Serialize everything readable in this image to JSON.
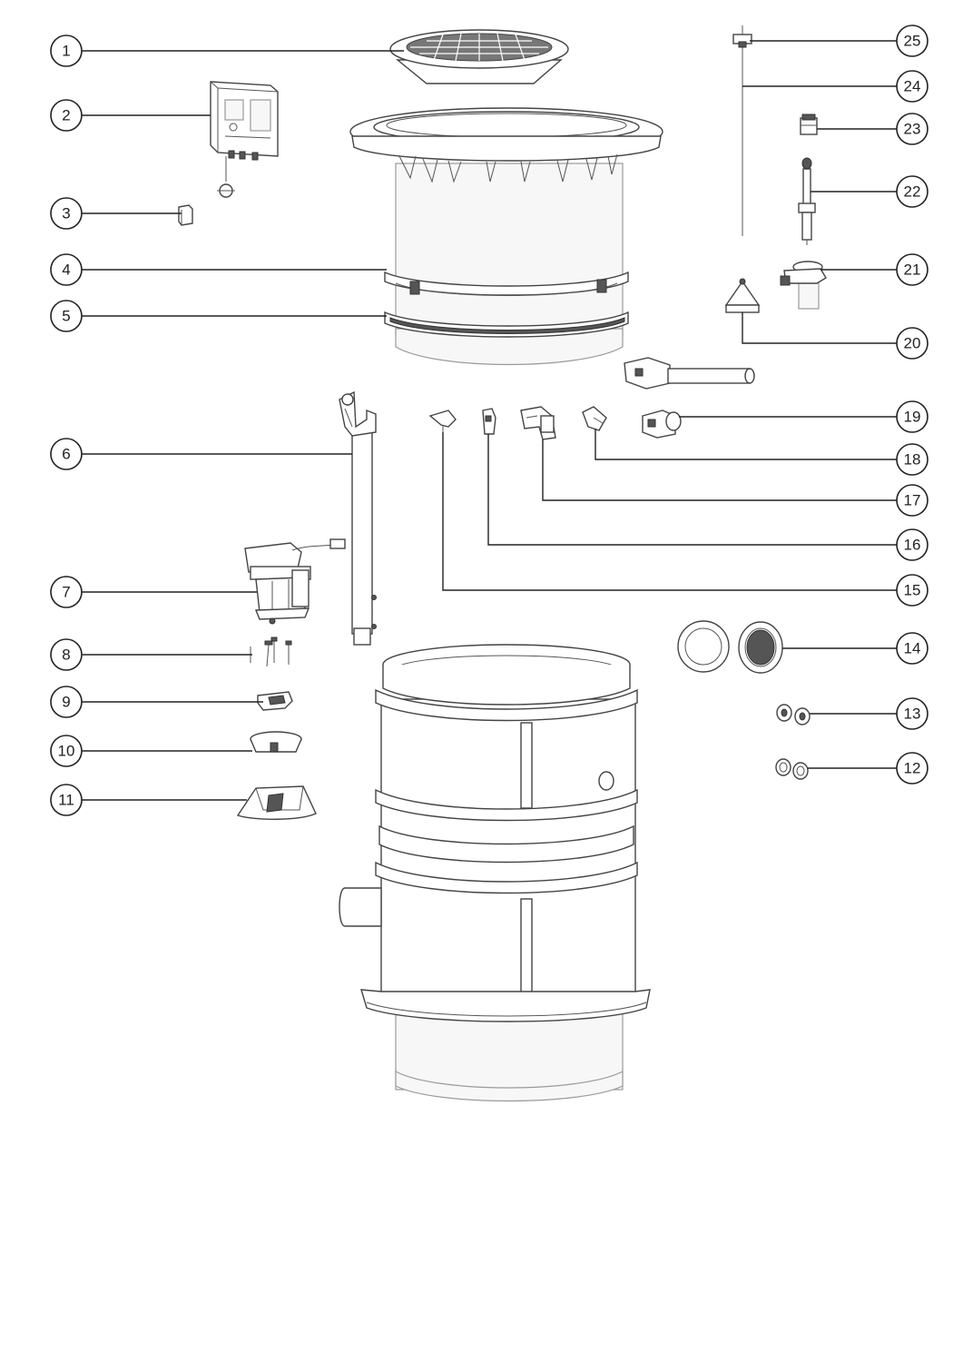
{
  "diagram": {
    "callouts": [
      {
        "label": "1"
      },
      {
        "label": "2"
      },
      {
        "label": "3"
      },
      {
        "label": "4"
      },
      {
        "label": "5"
      },
      {
        "label": "6"
      },
      {
        "label": "7"
      },
      {
        "label": "8"
      },
      {
        "label": "9"
      },
      {
        "label": "10"
      },
      {
        "label": "11"
      },
      {
        "label": "12"
      },
      {
        "label": "13"
      },
      {
        "label": "14"
      },
      {
        "label": "15"
      },
      {
        "label": "16"
      },
      {
        "label": "17"
      },
      {
        "label": "18"
      },
      {
        "label": "19"
      },
      {
        "label": "20"
      },
      {
        "label": "21"
      },
      {
        "label": "22"
      },
      {
        "label": "23"
      },
      {
        "label": "24"
      },
      {
        "label": "25"
      }
    ]
  }
}
